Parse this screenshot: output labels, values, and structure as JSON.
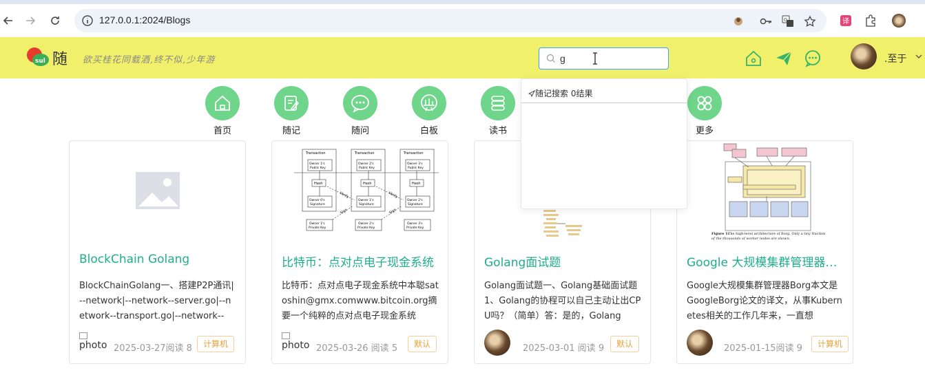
{
  "browser": {
    "url": "127.0.0.1:2024/Blogs"
  },
  "header": {
    "logo_char": "随",
    "slogan": "欲买桂花同载酒,终不似,少年游",
    "search_value": "g",
    "user_name": ".至于"
  },
  "nav": [
    {
      "label": "首页",
      "icon": "home-icon"
    },
    {
      "label": "随记",
      "icon": "note-icon"
    },
    {
      "label": "随问",
      "icon": "chat-icon"
    },
    {
      "label": "白板",
      "icon": "board-icon"
    },
    {
      "label": "读书",
      "icon": "book-icon"
    },
    {
      "label": "更多",
      "icon": "more-icon"
    }
  ],
  "search_dropdown": {
    "header": "随记搜索 0结果"
  },
  "cards": [
    {
      "title": "BlockChain Golang",
      "summary": "BlockChainGolang一、搭建P2P通讯|--network|--network--server.go|--network--transport.go|--network--",
      "author_image": "photo",
      "date": "2025-03-27阅读 8",
      "tag": "计算机"
    },
    {
      "title": "比特币：点对点电子现金系统",
      "summary": "比特币：点对点电子现金系统中本聪satoshin@gmx.comwww.bitcoin.org摘要一个纯粹的点对点电子现金系统",
      "author_image": "photo",
      "date": "2025-03-26 阅读 5",
      "tag": "默认"
    },
    {
      "title": "Golang面试题",
      "summary": "Golang面试题一、Golang基础面试题1、Golang的协程可以自己主动让出CPU吗？（简单）答：是的，Golang",
      "date": "2025-03-01 阅读 9",
      "tag": "默认"
    },
    {
      "title": "Google 大规模集群管理器Borg",
      "summary": "Google大规模集群管理器Borg本文是GoogleBorg论文的译文，从事Kubernetes相关的工作几年来，一直想",
      "date": "2025-01-15阅读 9",
      "tag": "计算机"
    }
  ],
  "diagram_labels": {
    "tx": "Transaction",
    "pk1": "Owner 1's Public Key",
    "pk2": "Owner 2's Public Key",
    "pk3": "Owner 3's Public Key",
    "hash": "Hash",
    "sig0": "Owner 0's Signature",
    "sig1": "Owner 1's Signature",
    "sig2": "Owner 2's Signature",
    "priv1": "Owner 1's Private Key",
    "priv2": "Owner 2's Private Key",
    "priv3": "Owner 3's Private Key",
    "verify": "Verify",
    "sign": "Sign",
    "borg_fig": "Figure 1: The high-level architecture of Borg. Only a tiny fraction of the thousands of worker nodes are shown."
  }
}
